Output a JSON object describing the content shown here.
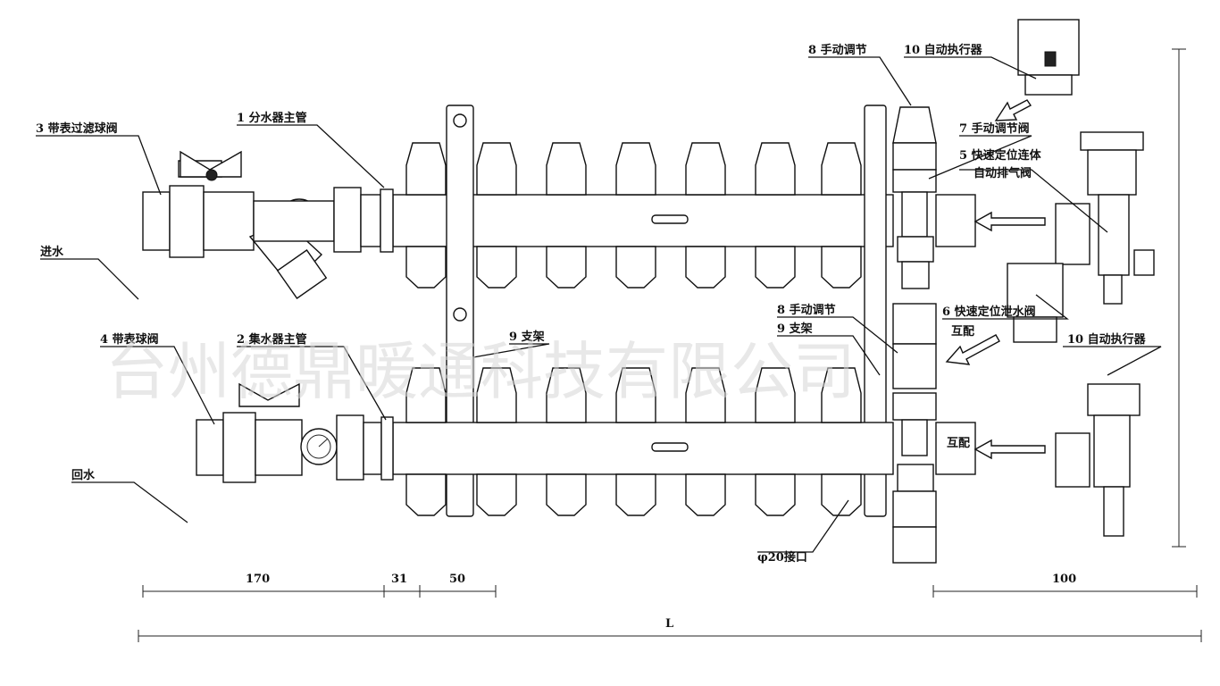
{
  "labels": {
    "ball_valve_filter": "3 带表过滤球阀",
    "supply_main_pipe": "1 分水器主管",
    "manual_adjust_top": "8 手动调节",
    "actuator_top": "10 自动执行器",
    "manual_valve": "7 手动调节阀",
    "quick_connect_line1": "5 快速定位连体",
    "quick_connect_line2": "自动排气阀",
    "inlet": "进水",
    "return_ball_valve": "4 带表球阀",
    "return_main_pipe": "2 集水器主管",
    "bracket_mid": "9 支架",
    "manual_adjust_bottom": "8 手动调节",
    "bracket_right": "9 支架",
    "drain_valve": "6 快速定位泄水阀",
    "mutual": "互配",
    "actuator_bottom": "10 自动执行器",
    "mutual_2": "互配",
    "return": "回水",
    "port": "φ20接口"
  },
  "dimensions": {
    "d170": "170",
    "d31": "31",
    "d50": "50",
    "d100": "100",
    "total": "L"
  },
  "watermark": "台州德鼎暖通科技有限公司"
}
